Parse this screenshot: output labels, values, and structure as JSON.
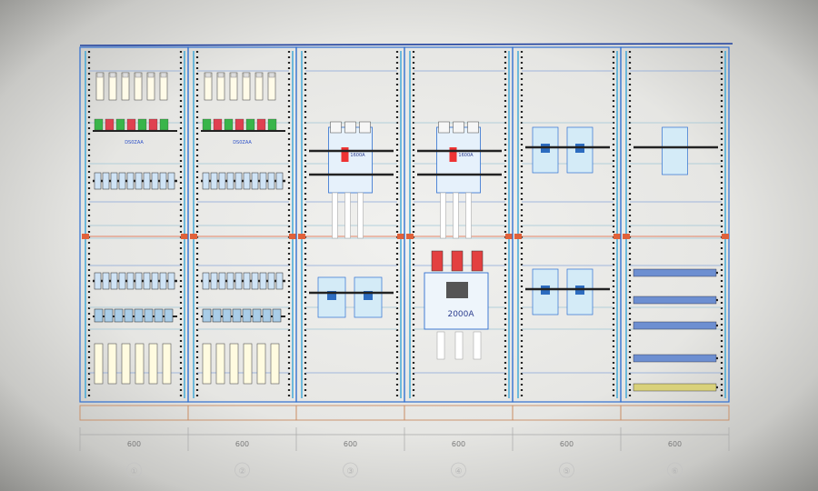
{
  "drawing": {
    "cabinets": [
      {
        "id": "panel-1",
        "width_label": "600",
        "number_label": "①",
        "content": "distribution"
      },
      {
        "id": "panel-2",
        "width_label": "600",
        "number_label": "②",
        "content": "distribution"
      },
      {
        "id": "panel-3",
        "width_label": "600",
        "number_label": "③",
        "content": "feeder"
      },
      {
        "id": "panel-4",
        "width_label": "600",
        "number_label": "④",
        "content": "incomer"
      },
      {
        "id": "panel-5",
        "width_label": "600",
        "number_label": "⑤",
        "content": "double-feeder"
      },
      {
        "id": "panel-6",
        "width_label": "600",
        "number_label": "⑥",
        "content": "terminal"
      }
    ],
    "breaker_rating_label": "1600A",
    "incomer_rating_label": "2000A",
    "busbar_label": "DS0ZAA"
  },
  "colors": {
    "frame_blue": "#2f6fd0",
    "rail_cyan": "#39a6d8",
    "busbar_red": "#e0613a",
    "guide_grey": "#a8a8a8"
  }
}
